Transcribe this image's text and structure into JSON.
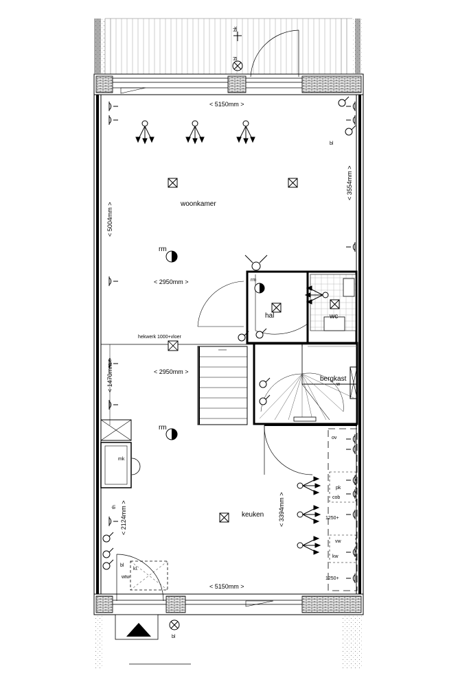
{
  "rooms": {
    "woonkamer": "woonkamer",
    "hal": "hal",
    "wc": "wc",
    "bergkast": "bergkast",
    "keuken": "keuken"
  },
  "dimensions": {
    "top_width": "< 5150mm >",
    "bottom_width": "< 5150mm >",
    "living_depth": "< 5004mm >",
    "right_upper": "< 3554mm >",
    "living_mid_width": "< 2950mm >",
    "stair_width": "< 2950mm >",
    "left_stair_depth": "< 1470mm >",
    "left_lower_depth": "< 2124mm >",
    "kitchen_depth": "< 3394mm >"
  },
  "labels": {
    "railing_note": "hekwerk 1000+vloer",
    "rm_living": "rm",
    "rm_kitchen": "rm",
    "bk": "bk",
    "bl_top": "bl",
    "bl_right": "bl",
    "bl_left": "bl",
    "bl_bottom": "bl",
    "mk": "mk",
    "th": "th",
    "wtw": "wtw",
    "kl": "kl.",
    "ov": "ov",
    "pk": "pk",
    "cob": "cob",
    "vw": "vw",
    "kw": "kw",
    "h1250a": "1250+",
    "h1250b": "1250+",
    "rm_hall": "rm",
    "w": "w"
  }
}
